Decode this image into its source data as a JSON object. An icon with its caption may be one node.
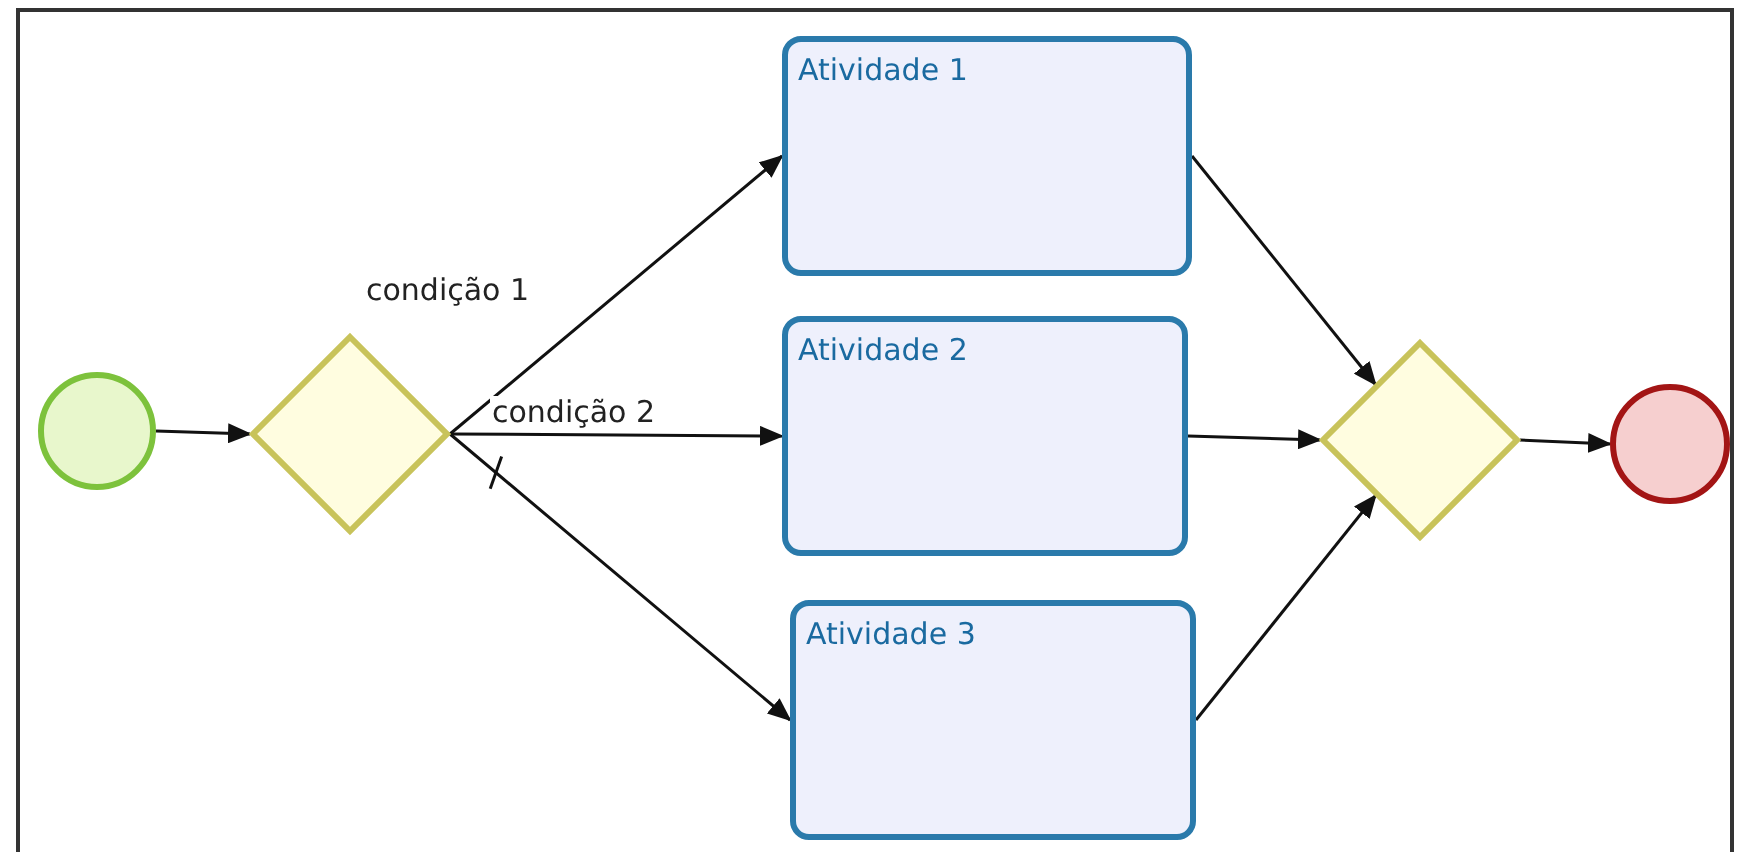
{
  "diagram": {
    "nodes": [
      {
        "text": [],
        "shape": "circle"
      },
      {
        "text": [],
        "shape": "diamond"
      },
      {
        "text": [
          "Atividade 1"
        ]
      },
      {
        "text": [
          "Atividade 2"
        ]
      },
      {
        "text": [
          "Atividade 3"
        ]
      },
      {
        "text": [],
        "shape": "diamond"
      },
      {
        "text": [],
        "shape": "circle"
      }
    ],
    "edges": [
      {
        "from": 0,
        "to": 1,
        "arrow": "to"
      },
      {
        "from": 1,
        "to": 2,
        "label": "condição 1",
        "arrow": "to"
      },
      {
        "from": 1,
        "to": 3,
        "label": "condição 2",
        "arrow": "to"
      },
      {
        "from": 1,
        "to": 4,
        "arrow": "to"
      },
      {
        "from": 2,
        "to": 5,
        "arrow": "to"
      },
      {
        "from": 3,
        "to": 5,
        "arrow": "to"
      },
      {
        "from": 4,
        "to": 5,
        "arrow": "to"
      },
      {
        "from": 5,
        "to": 6,
        "arrow": "to"
      }
    ]
  }
}
